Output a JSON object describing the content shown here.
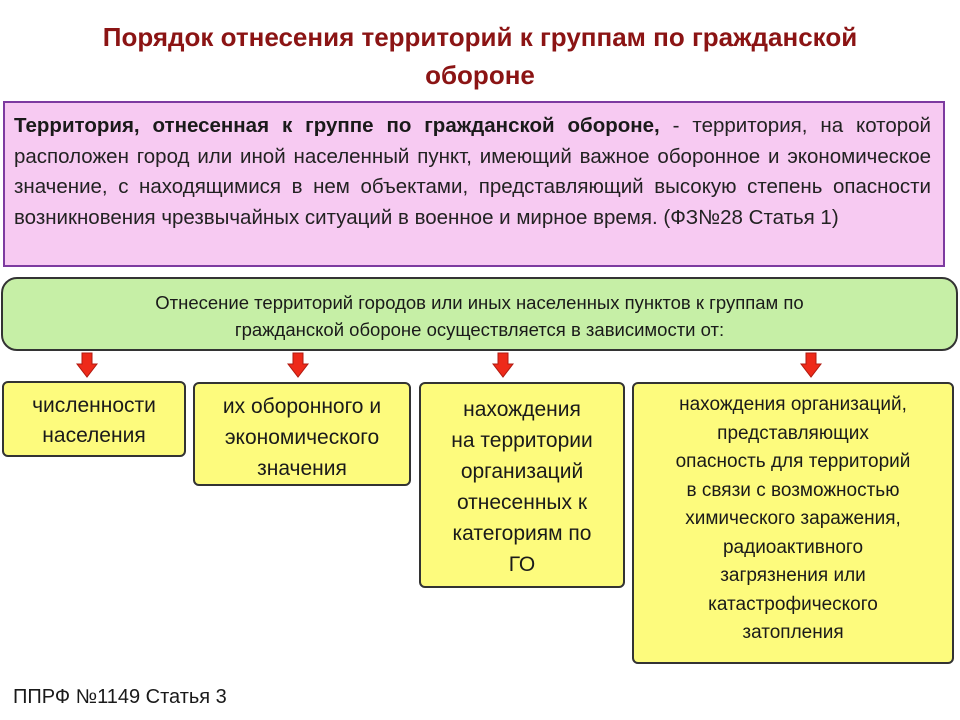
{
  "title": {
    "line1": "Порядок отнесения территорий к группам по  гражданской",
    "line2": "обороне"
  },
  "definition": {
    "term": "Территория, отнесенная к группе по гражданской обороне,",
    "text": " - территория, на которой расположен город или иной населенный пункт, имеющий важное оборонное и экономическое значение, с находящимися в нем объектами, представляющий высокую степень опасности возникновения чрезвычайных ситуаций в военное и мирное время. (ФЗ№28 Статья 1)"
  },
  "basis": {
    "line1": "Отнесение территорий городов или иных населенных пунктов к группам по",
    "line2": "гражданской обороне осуществляется в зависимости от:"
  },
  "criteria": [
    {
      "lines": [
        "численности",
        "населения"
      ]
    },
    {
      "lines": [
        "их оборонного и",
        "экономического",
        "значения"
      ]
    },
    {
      "lines": [
        "нахождения",
        "на территории",
        "организаций",
        "отнесенных к",
        "категориям по",
        "ГО"
      ]
    },
    {
      "lines": [
        "нахождения организаций,",
        "представляющих",
        "опасность для территорий",
        "в связи с возможностью",
        "химического заражения,",
        "радиоактивного",
        "загрязнения или",
        "катастрофического",
        "затопления"
      ]
    }
  ],
  "footer": "ППРФ №1149 Статья 3",
  "colors": {
    "title": "#8b1414",
    "definition_bg": "#f7caf2",
    "definition_border": "#7d3aa0",
    "basis_bg": "#c6efa6",
    "card_bg": "#fdfb7d",
    "arrow_fill": "#ee2a1a",
    "arrow_stroke": "#b01a10"
  }
}
